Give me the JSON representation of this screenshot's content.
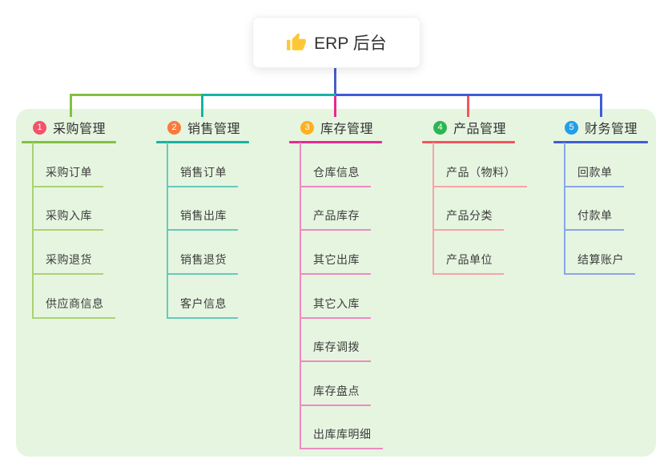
{
  "root": {
    "title": "ERP 后台",
    "icon": "thumbs-up-icon"
  },
  "colors": {
    "page_bg": "#ffffff",
    "panel_bg": "#e6f5e0",
    "root_connector": "#4a5cc9",
    "branch_green": "#84c043",
    "branch_teal": "#17b3a3",
    "branch_blue": "#3e5cd8",
    "branch_magenta": "#e42a90",
    "branch_red": "#f5545e",
    "title_text": "#333333",
    "icon_yellow": "#fdc835"
  },
  "columns": [
    {
      "badge": "1",
      "label": "采购管理",
      "badge_color": "#f4516c",
      "line_color": "#84c043",
      "item_line_color": "#aad273",
      "items": [
        {
          "label": "采购订单"
        },
        {
          "label": "采购入库"
        },
        {
          "label": "采购退货"
        },
        {
          "label": "供应商信息"
        }
      ]
    },
    {
      "badge": "2",
      "label": "销售管理",
      "badge_color": "#f97b3d",
      "line_color": "#17b3a3",
      "item_line_color": "#66c9bb",
      "items": [
        {
          "label": "销售订单"
        },
        {
          "label": "销售出库"
        },
        {
          "label": "销售退货"
        },
        {
          "label": "客户信息"
        }
      ]
    },
    {
      "badge": "3",
      "label": "库存管理",
      "badge_color": "#feb01f",
      "line_color": "#e42a90",
      "item_line_color": "#f088c3",
      "items": [
        {
          "label": "仓库信息"
        },
        {
          "label": "产品库存"
        },
        {
          "label": "其它出库"
        },
        {
          "label": "其它入库"
        },
        {
          "label": "库存调拨"
        },
        {
          "label": "库存盘点"
        },
        {
          "label": "出库库明细"
        }
      ]
    },
    {
      "badge": "4",
      "label": "产品管理",
      "badge_color": "#2eb553",
      "line_color": "#f5545e",
      "item_line_color": "#f9a2a7",
      "items": [
        {
          "label": "产品（物料）"
        },
        {
          "label": "产品分类"
        },
        {
          "label": "产品单位"
        }
      ]
    },
    {
      "badge": "5",
      "label": "财务管理",
      "badge_color": "#219fe8",
      "line_color": "#3e5cd8",
      "item_line_color": "#8aa4e9",
      "items": [
        {
          "label": "回款单"
        },
        {
          "label": "付款单"
        },
        {
          "label": "结算账户"
        }
      ]
    }
  ]
}
